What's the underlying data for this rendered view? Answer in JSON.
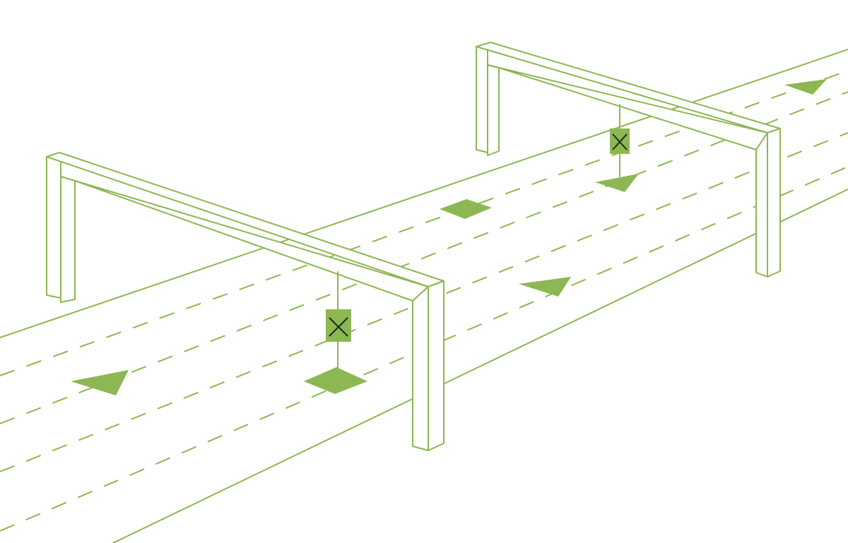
{
  "colors": {
    "line": "#8cb752",
    "marker": "#8cb752",
    "cross": "#1f2b14",
    "background": "#ffffff"
  },
  "scene": {
    "road": {
      "lanes": 4
    },
    "gantries": [
      {
        "id": "near",
        "sign_icon": "lane-closed-x-icon"
      },
      {
        "id": "far",
        "sign_icon": "lane-closed-x-icon"
      }
    ],
    "markers": [
      "arrow-icon",
      "arrow-icon",
      "arrow-icon",
      "arrow-icon",
      "diamond-icon",
      "diamond-icon"
    ]
  }
}
